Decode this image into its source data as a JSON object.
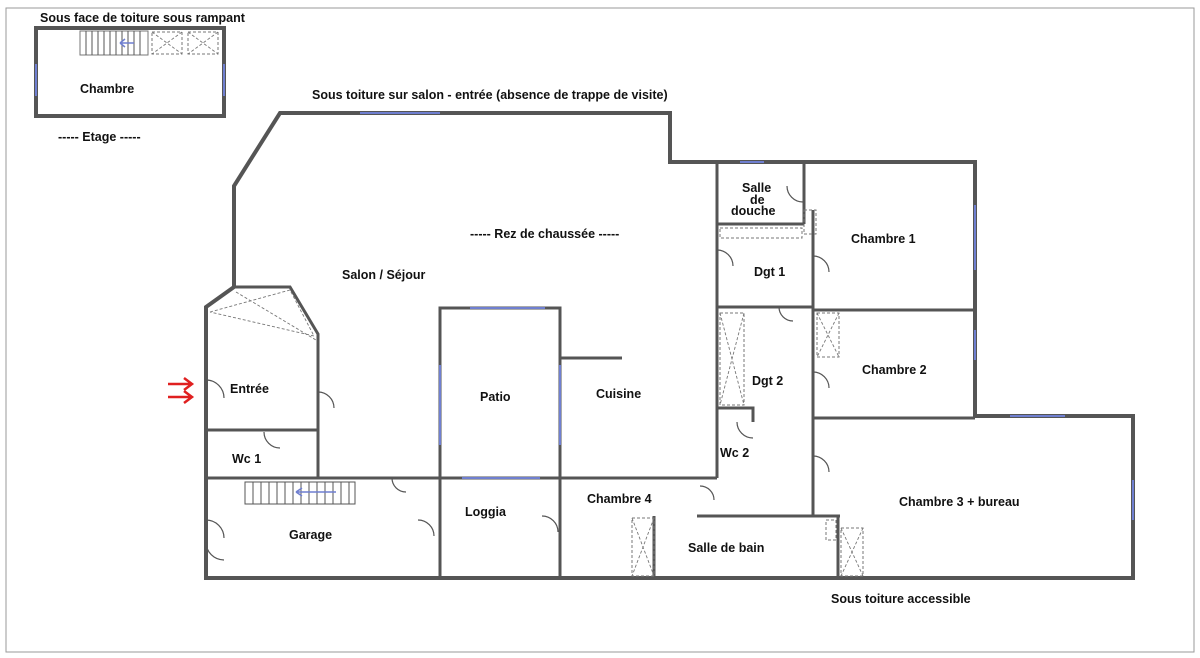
{
  "labels": {
    "sous_face": "Sous face de toiture sous rampant",
    "etage": "----- Etage -----",
    "chambre_etage": "Chambre",
    "sous_toiture_salon": "Sous toiture sur salon - entrée (absence de trappe de visite)",
    "rez": "----- Rez de chaussée -----",
    "salon": "Salon / Séjour",
    "salle_douche_1": "Salle",
    "salle_douche_2": "de",
    "salle_douche_3": "douche",
    "chambre1": "Chambre 1",
    "dgt1": "Dgt 1",
    "dgt2": "Dgt 2",
    "chambre2": "Chambre 2",
    "entree": "Entrée",
    "patio": "Patio",
    "cuisine": "Cuisine",
    "wc1": "Wc 1",
    "wc2": "Wc 2",
    "garage": "Garage",
    "loggia": "Loggia",
    "chambre4": "Chambre 4",
    "chambre3": "Chambre 3 + bureau",
    "salle_bain": "Salle de bain",
    "sous_toiture_accessible": "Sous toiture accessible"
  },
  "colors": {
    "wall": "#555555",
    "window": "#6f7fd0",
    "entry_arrow": "#e02020"
  }
}
